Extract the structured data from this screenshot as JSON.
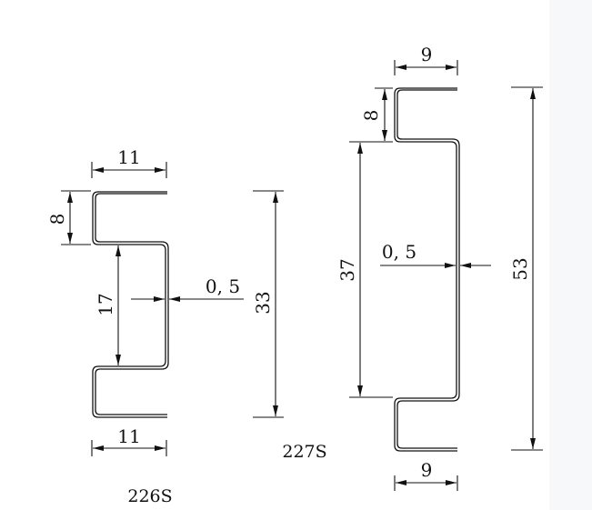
{
  "profile_226s": {
    "label": "226S",
    "dims": {
      "top_width": "11",
      "flange_depth": "8",
      "inner_height": "17",
      "thickness": "0, 5",
      "total_height": "33",
      "bottom_width": "11"
    }
  },
  "profile_227s": {
    "label": "227S",
    "dims": {
      "top_width": "9",
      "flange_depth": "8",
      "inner_height": "37",
      "thickness": "0, 5",
      "total_height": "53",
      "bottom_width": "9"
    }
  },
  "colors": {
    "line": "#111111",
    "background": "#ffffff",
    "side_panel": "#f7f8fa"
  }
}
